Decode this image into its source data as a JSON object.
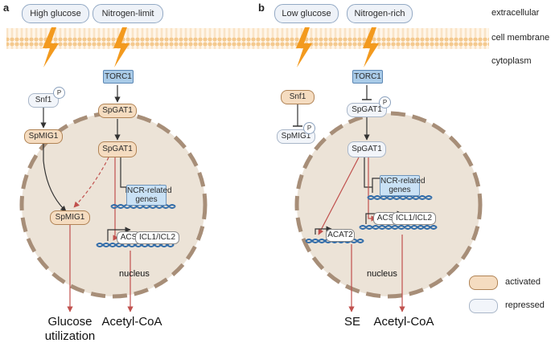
{
  "panels": {
    "a": "a",
    "b": "b"
  },
  "regions": {
    "extracellular": "extracellular",
    "membrane": "cell membrane",
    "cytoplasm": "cytoplasm"
  },
  "left": {
    "signal_glucose": "High glucose",
    "signal_nitrogen": "Nitrogen-limit",
    "torc1": "TORC1",
    "snf1": "Snf1",
    "spmig1_cyto": "SpMIG1",
    "spgat1_cyto": "SpGAT1",
    "spgat1_nuc": "SpGAT1",
    "spmig1_nuc": "SpMIG1",
    "ncr_line1": "NCR-related",
    "ncr_line2": "genes",
    "acs": "ACS",
    "icl": "ICL1/ICL2",
    "nucleus": "nucleus",
    "out_glucose_1": "Glucose",
    "out_glucose_2": "utilization",
    "out_acetyl": "Acetyl-CoA",
    "phospho": "P"
  },
  "right": {
    "signal_glucose": "Low glucose",
    "signal_nitrogen": "Nitrogen-rich",
    "torc1": "TORC1",
    "snf1": "Snf1",
    "spmig1": "SpMIG1",
    "spgat1_cyto": "SpGAT1",
    "spgat1_nuc": "SpGAT1",
    "ncr_line1": "NCR-related",
    "ncr_line2": "genes",
    "acat2": "ACAT2",
    "acs": "ACS",
    "icl": "ICL1/ICL2",
    "nucleus": "nucleus",
    "out_se": "SE",
    "out_acetyl": "Acetyl-CoA",
    "phospho": "P"
  },
  "legend": {
    "activated": "activated",
    "repressed": "repressed"
  },
  "colors": {
    "activated": "#f5dcc0",
    "repressed": "#f2f5fa",
    "nucleus_fill": "#ece3d7",
    "lightning": "#f39a1e",
    "red_arrow": "#c0504d"
  }
}
